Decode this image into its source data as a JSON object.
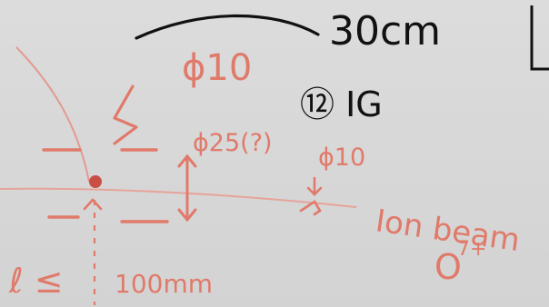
{
  "colors": {
    "ink_red": "#e07a6a",
    "ink_black": "#111111",
    "board": "#d7d7d7",
    "beam_line": "#e3a29a"
  },
  "labels": {
    "top_dimension": "30cm",
    "phi10_top": "ϕ10",
    "ig_label": "⑫ IG",
    "phi25": "ϕ25(?)",
    "phi10_right": "ϕ10",
    "ion_beam": "Ion beam",
    "species": "O",
    "species_charge": "7+",
    "length_constraint": "ℓ ≤",
    "length_value": "100mm"
  }
}
